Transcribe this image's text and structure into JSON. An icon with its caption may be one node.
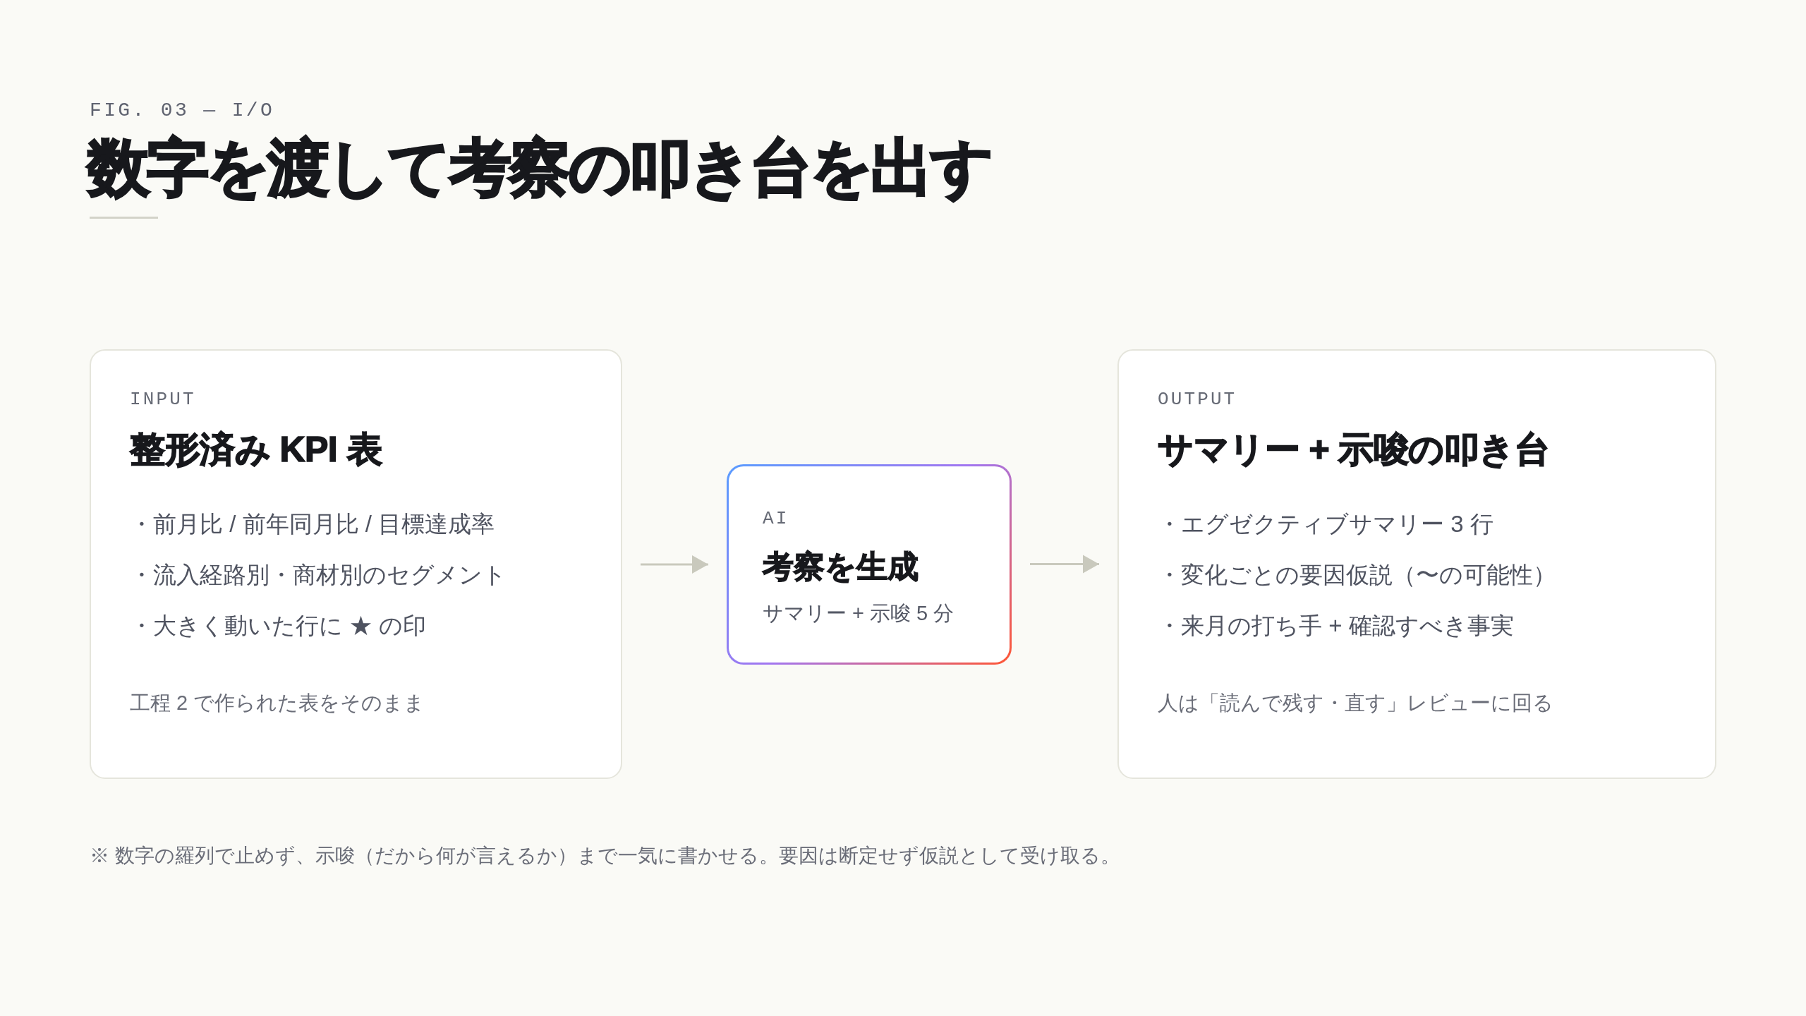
{
  "diagram": {
    "title": "数字を渡して考察の叩き台を出す",
    "caption": "※ 数字の羅列で止めず、示唆（だから何が言えるか）まで一気に書かせる。要因は断定せず仮説として受け取る。",
    "labels": [
      "FIG. 03 — I/O"
    ],
    "nodes": [
      {
        "text": [
          "INPUT",
          "整形済み KPI 表",
          "・前月比 / 前年同月比 / 目標達成率",
          "・流入経路別・商材別のセグメント",
          "・大きく動いた行に ★ の印",
          "工程 2 で作られた表をそのまま"
        ]
      },
      {
        "text": [
          "AI",
          "考察を生成",
          "サマリー + 示唆 5 分"
        ]
      },
      {
        "text": [
          "OUTPUT",
          "サマリー + 示唆の叩き台",
          "・エグゼクティブサマリー 3 行",
          "・変化ごとの要因仮説（〜の可能性）",
          "・来月の打ち手 + 確認すべき事実",
          "人は「読んで残す・直す」レビューに回る"
        ]
      }
    ],
    "edges": [
      {
        "from": 0,
        "to": 1,
        "arrow": "to"
      },
      {
        "from": 1,
        "to": 2,
        "arrow": "to"
      }
    ]
  }
}
